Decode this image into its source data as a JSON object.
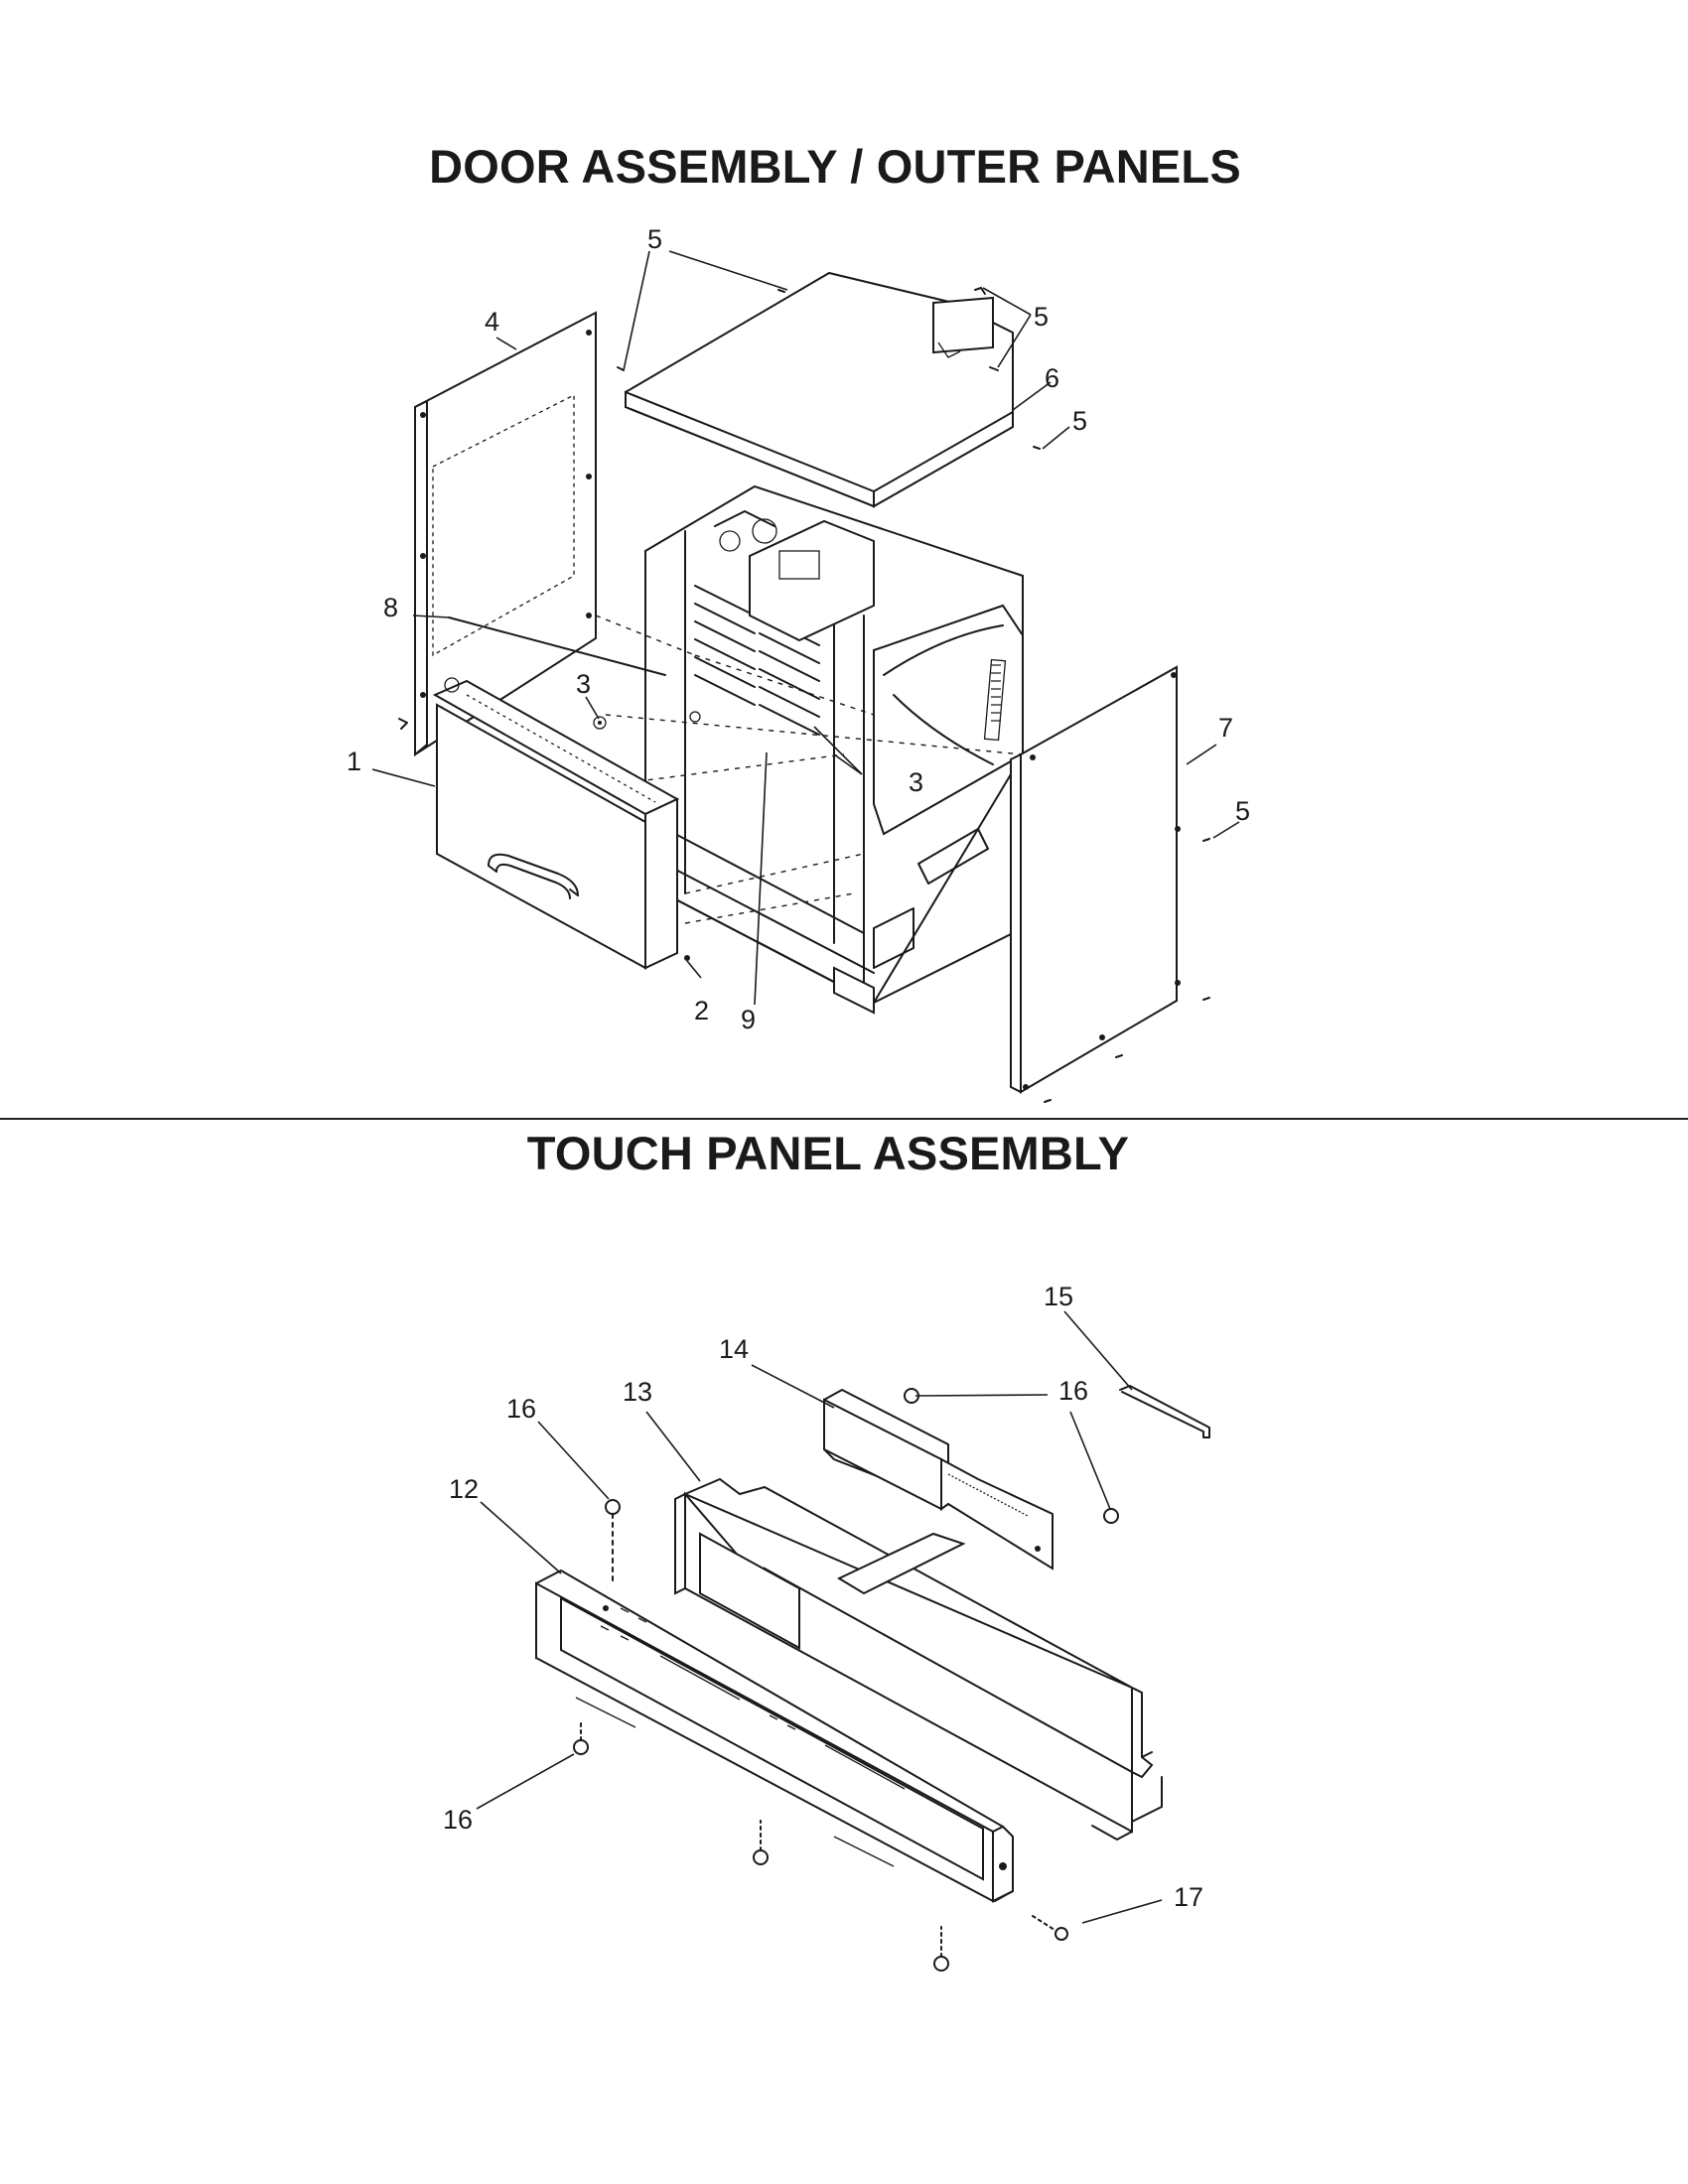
{
  "sections": {
    "door": {
      "title": "DOOR ASSEMBLY / OUTER PANELS",
      "callouts": {
        "c1": "1",
        "c2": "2",
        "c3a": "3",
        "c3b": "3",
        "c4": "4",
        "c5a": "5",
        "c5b": "5",
        "c5c": "5",
        "c5d": "5",
        "c6": "6",
        "c7": "7",
        "c8": "8",
        "c9": "9"
      }
    },
    "touch": {
      "title": "TOUCH PANEL ASSEMBLY",
      "callouts": {
        "c12": "12",
        "c13": "13",
        "c14": "14",
        "c15": "15",
        "c16a": "16",
        "c16b": "16",
        "c16c": "16",
        "c17": "17"
      }
    }
  }
}
